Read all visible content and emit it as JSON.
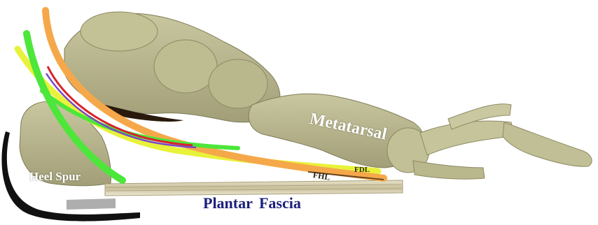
{
  "labels": {
    "metatarsal": "Metatarsal",
    "heel_spur": "Heel Spur",
    "plantar_fascia": "Plantar  Fascia",
    "fhl": "FHL",
    "fdl": "FDL"
  },
  "colors": {
    "bone": "#b7b58d",
    "bone_shadow": "#8d8a64",
    "tendon_orange": "#f5a84a",
    "tendon_yellow": "#e8f23a",
    "tendon_green": "#4de63a",
    "tendon_red": "#d8232a",
    "tendon_purple": "#7a46c8",
    "fascia": "#d9d2b4",
    "plantar_text": "#1c1f7a"
  }
}
